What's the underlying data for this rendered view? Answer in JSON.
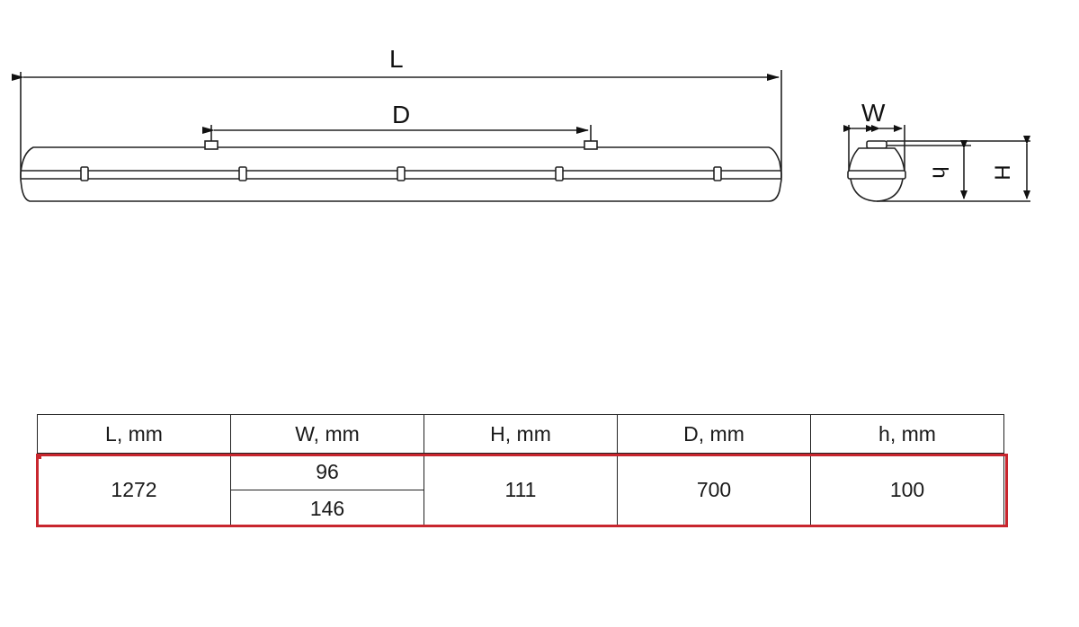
{
  "drawing": {
    "side_view": {
      "dimension_labels": {
        "length": "L",
        "mount_distance": "D"
      }
    },
    "end_view": {
      "dimension_labels": {
        "width": "W",
        "body_height": "h",
        "total_height": "H"
      }
    }
  },
  "table": {
    "headers": [
      "L, mm",
      "W, mm",
      "H, mm",
      "D, mm",
      "h, mm"
    ],
    "row": {
      "L": "1272",
      "W": [
        "96",
        "146"
      ],
      "H": "111",
      "D": "700",
      "h": "100"
    },
    "highlight_color": "#c8262e"
  }
}
